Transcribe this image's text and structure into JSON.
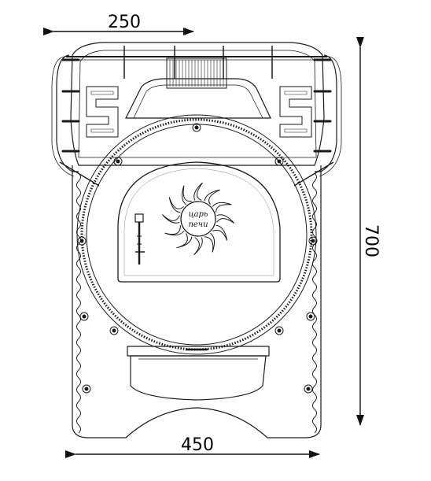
{
  "dimensions": {
    "top_width": "250",
    "bottom_width": "450",
    "height": "700"
  },
  "logo": {
    "line1": "царь",
    "line2": "печи"
  },
  "colors": {
    "line": "#1a1a1a",
    "background": "#ffffff"
  }
}
